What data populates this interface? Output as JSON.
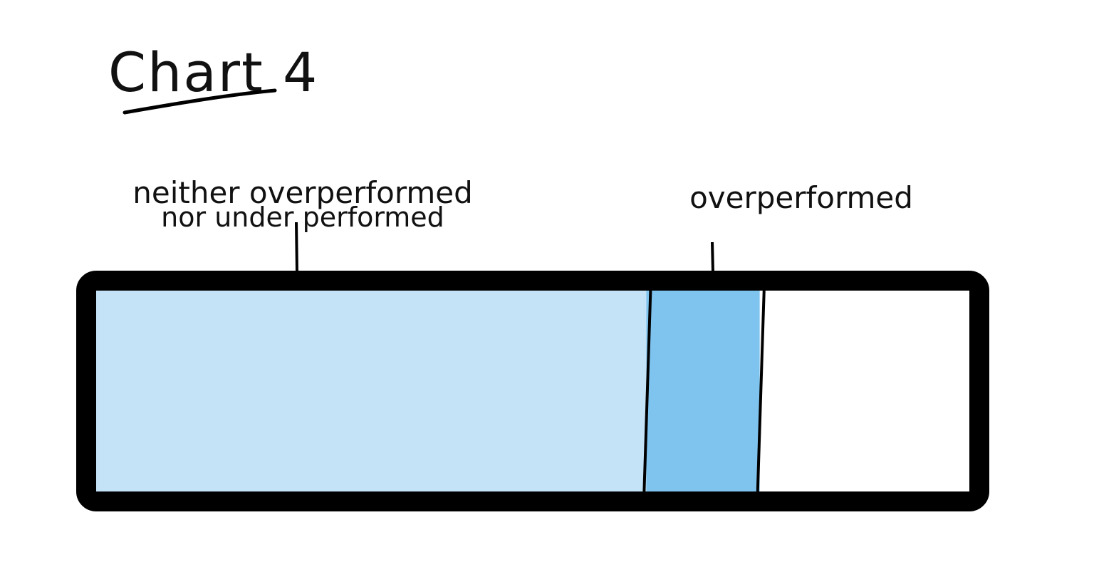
{
  "chart_data": {
    "type": "bar",
    "orientation": "horizontal-stacked",
    "title": "Chart 4",
    "categories": [
      "neither overperformed nor under performed",
      "overperformed",
      ""
    ],
    "values": [
      0.63,
      0.13,
      0.24
    ],
    "label_lines": [
      [
        "neither overperformed",
        "nor under performed"
      ],
      [
        "overperformed"
      ],
      []
    ],
    "colors": [
      "#c4e3f7",
      "#7fc4ef",
      "#ffffff"
    ],
    "outline_color": "#000000",
    "xlim": [
      0,
      1
    ],
    "grid": false
  }
}
